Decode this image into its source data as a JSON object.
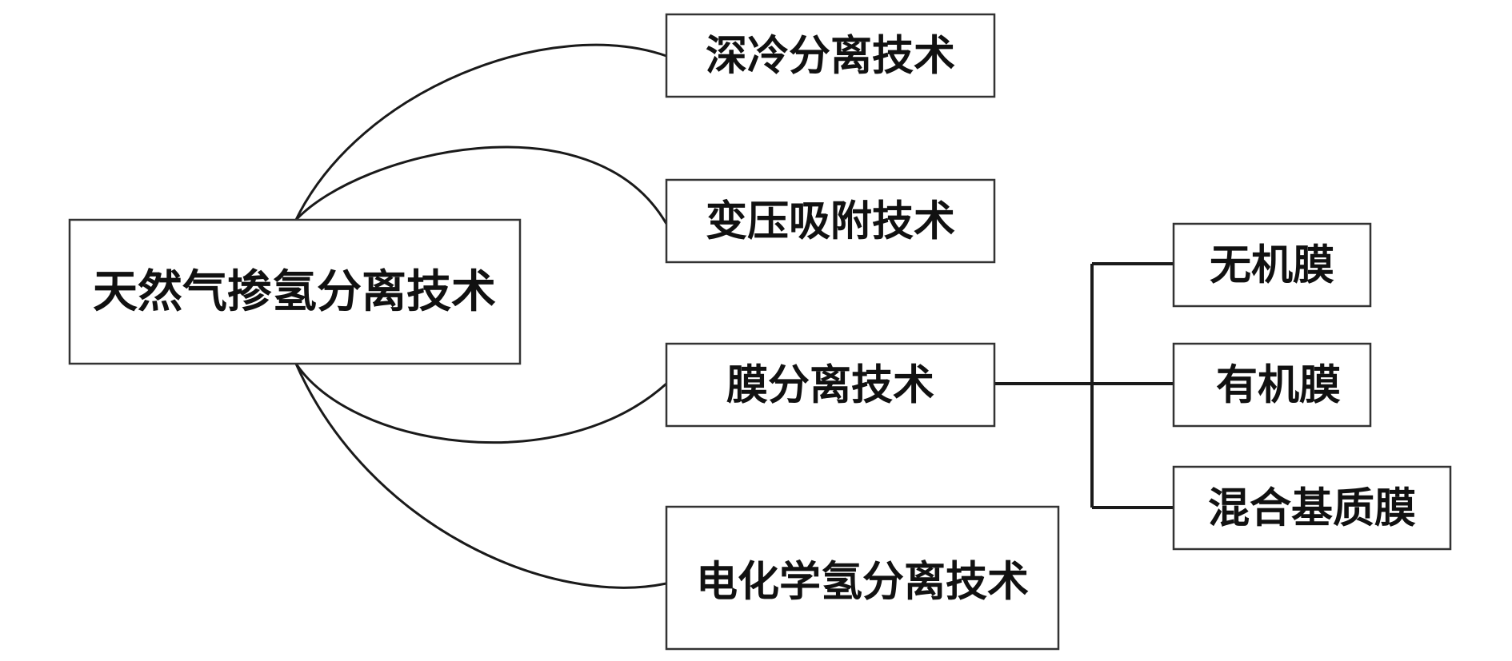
{
  "root": {
    "label": "天然气掺氢分离技术"
  },
  "technologies": [
    {
      "label": "深冷分离技术"
    },
    {
      "label": "变压吸附技术"
    },
    {
      "label": "膜分离技术"
    },
    {
      "label": "电化学氢分离技术"
    }
  ],
  "membrane_types": [
    {
      "label": "无机膜"
    },
    {
      "label": "有机膜"
    },
    {
      "label": "混合基质膜"
    }
  ]
}
